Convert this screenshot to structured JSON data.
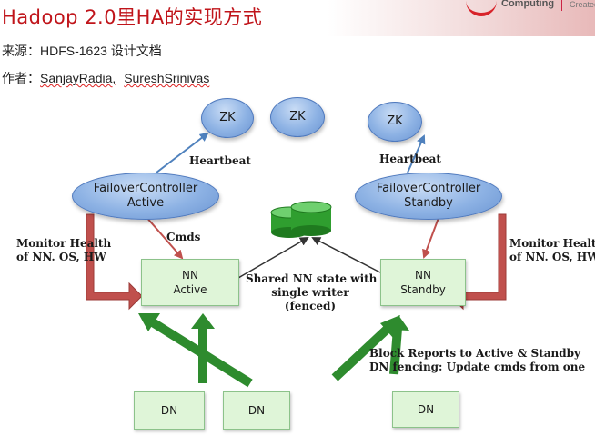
{
  "header": {
    "title": "Hadoop 2.0里HA的实现方式",
    "logo_text": "Computing",
    "logo_text2": "Created"
  },
  "meta": {
    "source_label": "来源：",
    "source_value": "HDFS-1623 设计文档",
    "author_label": "作者：",
    "author_1": "SanjayRadia,",
    "author_2": "SureshSrinivas"
  },
  "diagram": {
    "zk_left": "ZK",
    "zk_middle": "ZK",
    "zk_right": "ZK",
    "heartbeat_left": "Heartbeat",
    "heartbeat_right": "Heartbeat",
    "fc_active_line1": "FailoverController",
    "fc_active_line2": "Active",
    "fc_standby_line1": "FailoverController",
    "fc_standby_line2": "Standby",
    "cmds": "Cmds",
    "monitor_left_line1": "Monitor Health",
    "monitor_left_line2": "of NN. OS, HW",
    "monitor_right_line1": "Monitor Health",
    "monitor_right_line2": "of NN. OS, HW",
    "nn_active_line1": "NN",
    "nn_active_line2": "Active",
    "nn_standby_line1": "NN",
    "nn_standby_line2": "Standby",
    "shared_line1": "Shared NN state with",
    "shared_line2": "single writer",
    "shared_line3": "(fenced)",
    "block_reports_line1": "Block Reports to Active & Standby",
    "block_reports_line2": "DN fencing: Update cmds from one",
    "dn_1": "DN",
    "dn_2": "DN",
    "dn_3": "DN"
  },
  "colors": {
    "title_red": "#c0141a",
    "ellipse_blue": "#8db2e4",
    "box_green": "#dff5d8",
    "heavy_arrow_red": "#c0504d",
    "heavy_arrow_green": "#2e8b2e",
    "thin_arrow_blue": "#4f81bd"
  }
}
